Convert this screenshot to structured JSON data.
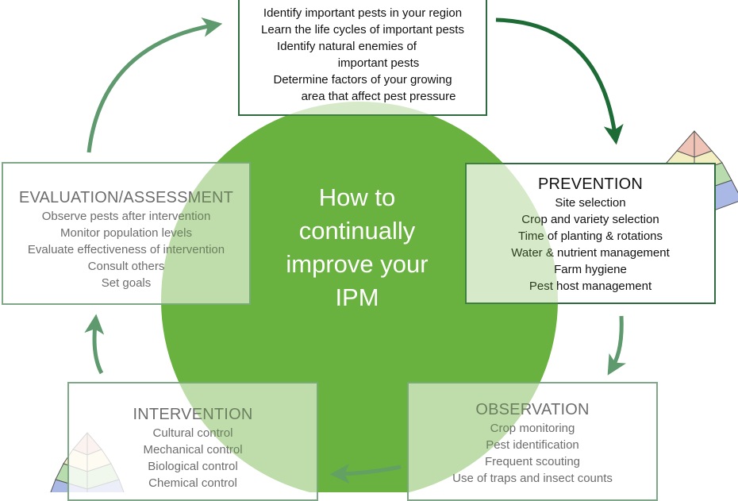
{
  "center": {
    "lines": [
      "How to",
      "continually",
      "improve your",
      "IPM"
    ]
  },
  "boxes": {
    "top": {
      "items": [
        "Identify important pests in your region",
        "Learn the life cycles of important pests",
        "Identify natural enemies of",
        "important pests",
        "Determine factors of your growing",
        "area that affect pest pressure"
      ]
    },
    "prevention": {
      "title": "PREVENTION",
      "items": [
        "Site selection",
        "Crop and variety selection",
        "Time of planting & rotations",
        "Water & nutrient management",
        "Farm hygiene",
        "Pest host management"
      ]
    },
    "observation": {
      "title": "OBSERVATION",
      "items": [
        "Crop monitoring",
        "Pest identification",
        "Frequent scouting",
        "Use of traps and insect counts"
      ]
    },
    "intervention": {
      "title": "INTERVENTION",
      "items": [
        "Cultural control",
        "Mechanical control",
        "Biological control",
        "Chemical control"
      ]
    },
    "evaluation": {
      "title": "EVALUATION/ASSESSMENT",
      "items": [
        "Observe pests after intervention",
        "Monitor population levels",
        "Evaluate effectiveness of intervention",
        "Consult others",
        "Set goals"
      ]
    }
  },
  "colors": {
    "circle": "#6ab23f",
    "arrow_dark": "#1d6b35",
    "arrow_light": "#5f9a6e",
    "box_border": "#2f6b3f",
    "pyramid_levels": [
      "#efc3b6",
      "#f3edc2",
      "#b9dcae",
      "#a9b8e4"
    ]
  }
}
